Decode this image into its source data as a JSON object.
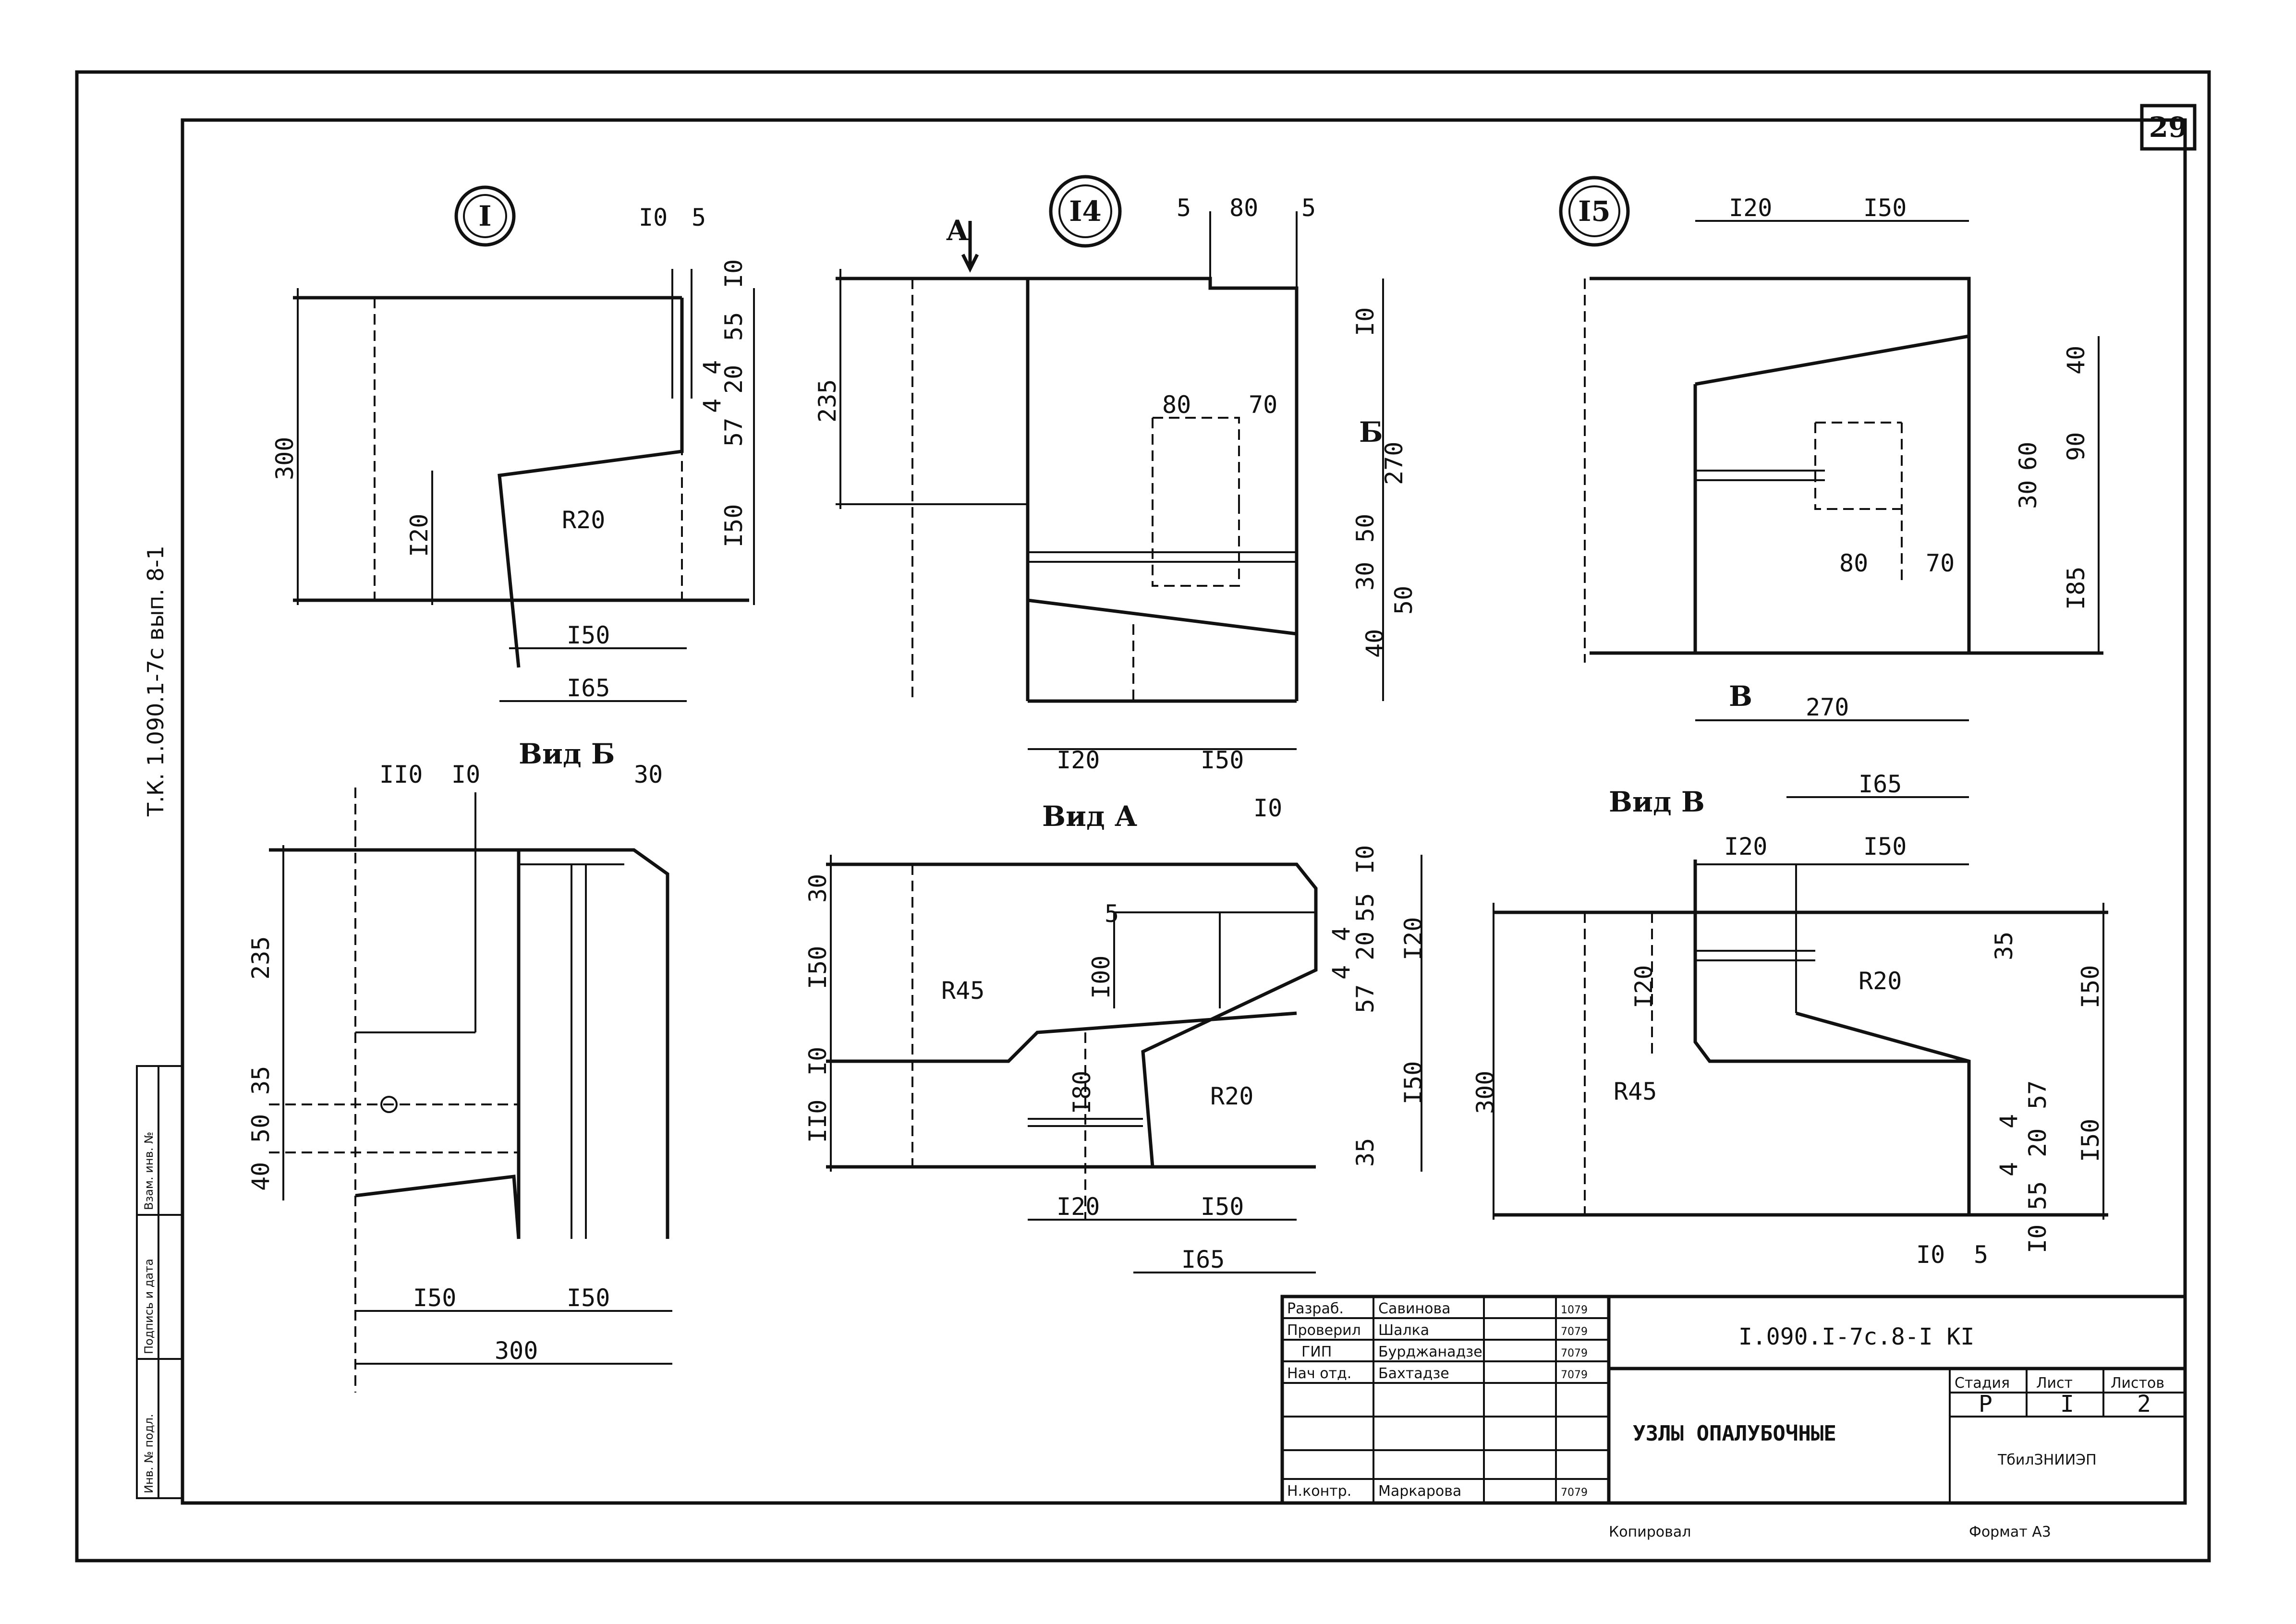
{
  "sheet": {
    "page_number": "29",
    "side_stamp": "Т.К. 1.090.1-7с вып. 8-1",
    "binding_fields": [
      "Инв. № подл.",
      "Подпись и дата",
      "Взам. инв. №"
    ],
    "footer_left": "Копировал",
    "footer_right": "Формат А3"
  },
  "nodes": {
    "node1_label": "I",
    "node14_label": "I4",
    "node15_label": "I5",
    "view_b1": "Вид Б",
    "view_a": "Вид А",
    "view_b2": "Вид В"
  },
  "markers": {
    "arrow_a": "А",
    "arrow_b": "Б",
    "arrow_v": "В"
  },
  "dims": {
    "n1": [
      "I0",
      "5",
      "I0",
      "55",
      "4",
      "20",
      "4",
      "57",
      "300",
      "I20",
      "R20",
      "I50",
      "I50",
      "I65"
    ],
    "n1b": [
      "II0",
      "I0",
      "30",
      "235",
      "35",
      "50",
      "40",
      "I50",
      "I50",
      "300"
    ],
    "n14": [
      "5",
      "80",
      "5",
      "235",
      "I0",
      "80",
      "70",
      "270",
      "50",
      "30",
      "50",
      "40",
      "I20",
      "I50"
    ],
    "n14a": [
      "I0",
      "30",
      "I50",
      "I0",
      "II0",
      "I00",
      "5",
      "R45",
      "I80",
      "R20",
      "I0",
      "55",
      "4",
      "20",
      "4",
      "57",
      "I20",
      "I50",
      "35",
      "I20",
      "I50",
      "I65"
    ],
    "n15": [
      "I20",
      "I50",
      "40",
      "60",
      "90",
      "30",
      "80",
      "70",
      "I85",
      "270"
    ],
    "n15b": [
      "I65",
      "I20",
      "I50",
      "I20",
      "35",
      "R20",
      "I50",
      "300",
      "R45",
      "57",
      "20",
      "4",
      "4",
      "55",
      "I50",
      "I0",
      "I0",
      "5"
    ]
  },
  "title_block": {
    "rows": [
      {
        "role": "Разраб.",
        "name": "Савинова",
        "date": "1079"
      },
      {
        "role": "Проверил",
        "name": "Шалка",
        "date": "7079"
      },
      {
        "role": "ГИП",
        "name": "Бурджанадзе",
        "date": "7079"
      },
      {
        "role": "Нач отд.",
        "name": "Бахтадзе",
        "date": "7079"
      },
      {
        "role": "Н.контр.",
        "name": "Маркарова",
        "date": "7079"
      }
    ],
    "doc_code": "I.090.I-7с.8-I КI",
    "title": "УЗЛЫ ОПАЛУБОЧНЫЕ",
    "stage_label": "Стадия",
    "sheet_label": "Лист",
    "sheets_label": "Листов",
    "stage_value": "Р",
    "sheet_value": "I",
    "sheets_value": "2",
    "org": "ТбилЗНИИЭП"
  }
}
